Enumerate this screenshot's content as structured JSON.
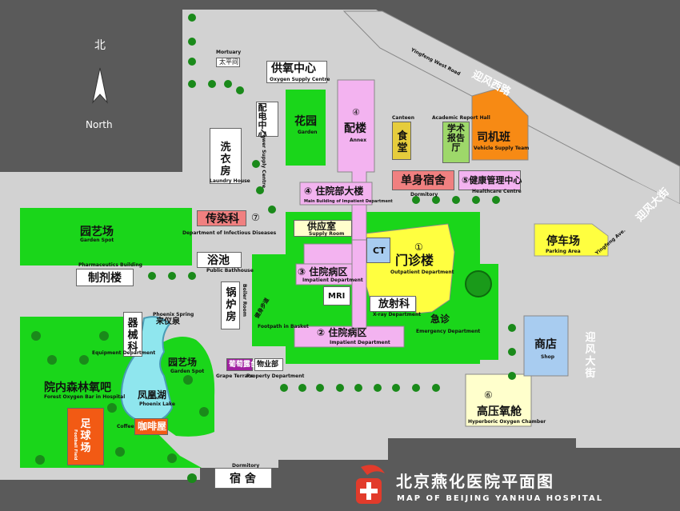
{
  "compass": {
    "zh": "北",
    "en": "North"
  },
  "title": {
    "zh": "北京燕化医院平面图",
    "en": "MAP OF BEIJING YANHUA HOSPITAL"
  },
  "colors": {
    "road": "#d2d2d2",
    "green": "#1ad61a",
    "pink": "#f3b3f0",
    "yellow": "#ffff40",
    "orange": "#f78a14",
    "red": "#f08080",
    "cream": "#ffffcc",
    "blue": "#a8ccf0",
    "frame": "#5a5a5a"
  },
  "roads": {
    "yingfeng_west": "Yingfeng West Road",
    "yingfeng_west_zh": "迎风西路",
    "yingfeng_ave": "Yingfeng Ave.",
    "yingfeng_ave_zh": "迎风大街",
    "yingfeng_st_zh": "迎风大街"
  },
  "buildings": {
    "mortuary": {
      "en": "Mortuary",
      "zh": "太平间"
    },
    "oxygen": {
      "zh": "供氧中心",
      "en": "Oxygen Supply Centre"
    },
    "power": {
      "zh": "配电中心",
      "en": "Power Supply Centre"
    },
    "garden": {
      "zh": "花园",
      "en": "Garden"
    },
    "annex": {
      "num": "④",
      "zh": "配楼",
      "en": "Annex"
    },
    "canteen": {
      "en": "Canteen",
      "zh": "食堂"
    },
    "academic": {
      "en": "Academic Report Hall",
      "zh": "学术报告厅"
    },
    "vehicle": {
      "zh": "司机班",
      "en": "Vehicle Supply Team"
    },
    "dormitory1": {
      "zh": "单身宿舍",
      "en": "Dormitory"
    },
    "health": {
      "zh": "⑤健康管理中心",
      "en": "Healthcare Centre"
    },
    "laundry": {
      "zh": "洗衣房",
      "en": "Laundry House"
    },
    "main_inpatient": {
      "zh": "④ 住院部大楼",
      "en": "Main Building of Impatient Department"
    },
    "infectious": {
      "zh": "传染科",
      "num": "⑦",
      "en": "Department of Infectious Diseases"
    },
    "garden_spot1": {
      "zh": "园艺场",
      "en": "Garden Spot"
    },
    "supply": {
      "zh": "供应室",
      "en": "Supply Room"
    },
    "ct": {
      "zh": "CT"
    },
    "outpatient": {
      "num": "①",
      "zh": "门诊楼",
      "en": "Outpatient Department"
    },
    "parking": {
      "zh": "停车场",
      "en": "Parking Area"
    },
    "pharma": {
      "en": "Pharmaceutics Building",
      "zh": "制剂楼"
    },
    "bathhouse": {
      "zh": "浴池",
      "en": "Public Bathhouse"
    },
    "boiler": {
      "zh": "锅炉房",
      "en": "Boiler Room"
    },
    "inpatient3": {
      "zh": "③ 住院病区",
      "en": "Impatient Department"
    },
    "mri": {
      "zh": "MRI"
    },
    "xray": {
      "zh": "放射科",
      "en": "X-ray Department"
    },
    "emergency": {
      "zh": "急诊",
      "en": "Emergency Department"
    },
    "footpath": {
      "zh": "健身步道",
      "en": "Footpath in Basket"
    },
    "phoenix_spring": {
      "en": "Phoenix Spring",
      "zh": "来仪泉"
    },
    "equipment": {
      "zh": "器械科",
      "en": "Equipment Department"
    },
    "inpatient2": {
      "zh": "② 住院病区",
      "en": "Impatient Department"
    },
    "shop": {
      "zh": "商店",
      "en": "Shop"
    },
    "forest": {
      "zh": "院内森林氧吧",
      "en": "Forest Oxygen Bar in Hospital"
    },
    "garden_spot2": {
      "zh": "园艺场",
      "en": "Garden Spot"
    },
    "phoenix_lake": {
      "zh": "凤凰湖",
      "en": "Phoenix Lake"
    },
    "grape": {
      "zh": "葡萄露台",
      "en": "Grape Terrace"
    },
    "property": {
      "zh": "物业部",
      "en": "Property Department"
    },
    "football": {
      "zh": "足球场",
      "en": "Football Field"
    },
    "coffee": {
      "zh": "咖啡屋",
      "en": "Coffee"
    },
    "hyperbaric": {
      "num": "⑥",
      "zh": "高压氧舱",
      "en": "Hyperboric Oxygen Chamber"
    },
    "dormitory2": {
      "en": "Dormitory",
      "zh": "宿 舍"
    }
  }
}
